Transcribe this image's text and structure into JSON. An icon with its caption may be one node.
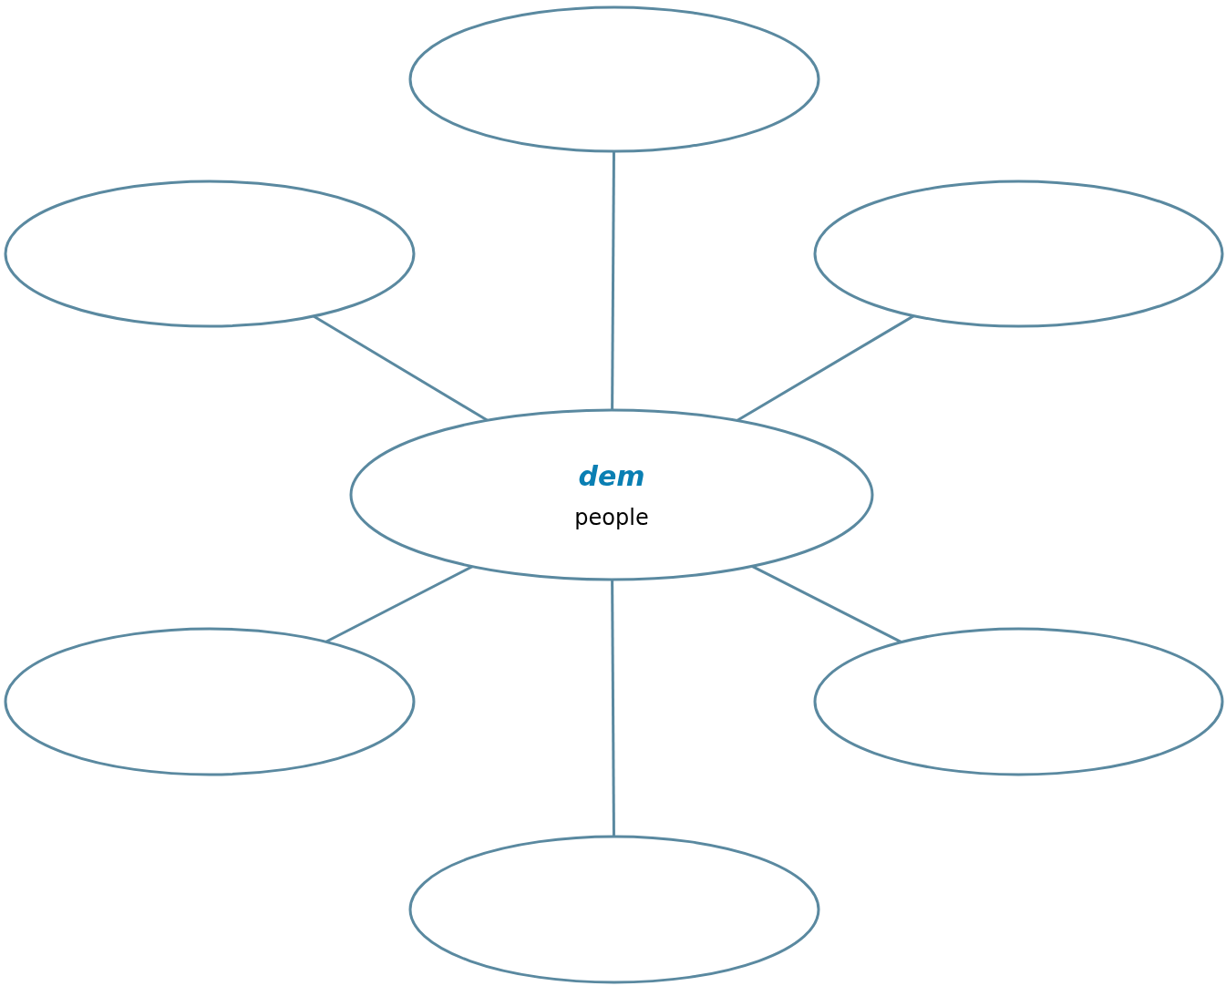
{
  "diagram": {
    "nodes": [
      {
        "text": [],
        "shape": "ellipse"
      },
      {
        "text": [],
        "shape": "ellipse"
      },
      {
        "text": [],
        "shape": "ellipse"
      },
      {
        "text": [
          "dem",
          "people"
        ]
      },
      {
        "text": [],
        "shape": "ellipse"
      },
      {
        "text": [],
        "shape": "ellipse"
      },
      {
        "text": [],
        "shape": "ellipse"
      }
    ],
    "edges": [
      {
        "from": 3,
        "to": 0,
        "arrow": "none"
      },
      {
        "from": 3,
        "to": 1,
        "arrow": "none"
      },
      {
        "from": 3,
        "to": 2,
        "arrow": "none"
      },
      {
        "from": 3,
        "to": 4,
        "arrow": "none"
      },
      {
        "from": 3,
        "to": 5,
        "arrow": "none"
      },
      {
        "from": 3,
        "to": 6,
        "arrow": "none"
      }
    ]
  }
}
